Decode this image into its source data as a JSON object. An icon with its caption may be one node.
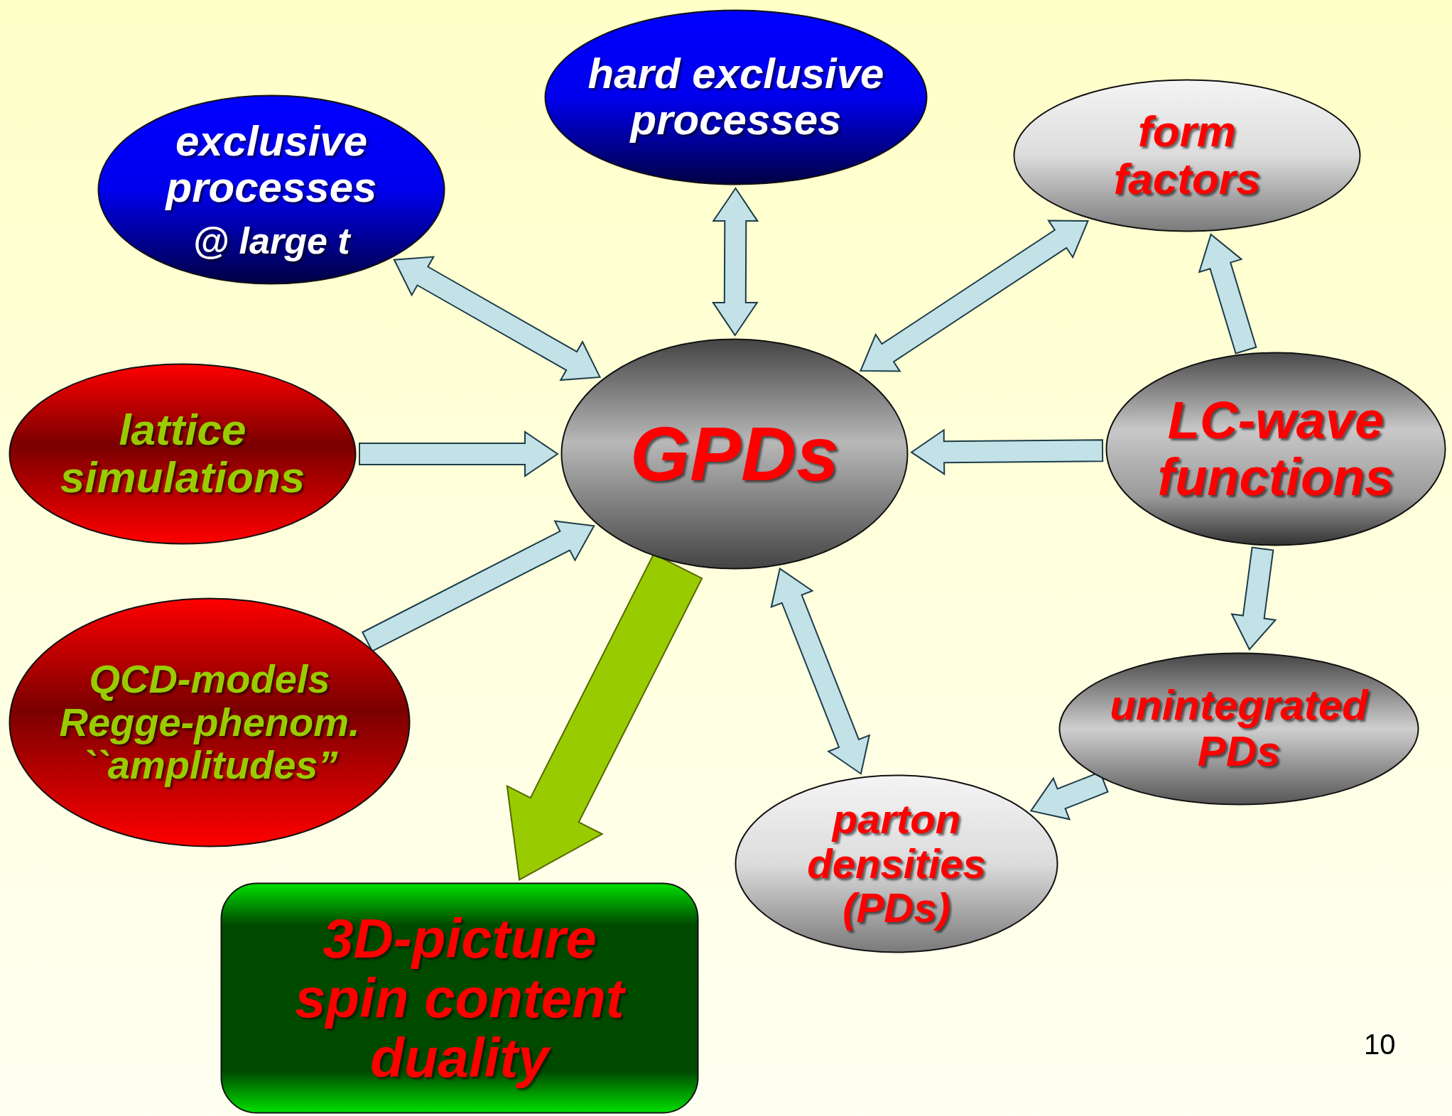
{
  "diagram": {
    "nodes": [
      {
        "text": [
          "exclusive processes",
          "@ large t"
        ]
      },
      {
        "text": [
          "hard exclusive processes"
        ]
      },
      {
        "text": [
          "form factors"
        ]
      },
      {
        "text": [
          "lattice simulations"
        ]
      },
      {
        "text": [
          "GPDs"
        ]
      },
      {
        "text": [
          "LC-wave functions"
        ]
      },
      {
        "text": [
          "QCD-models Regge-phenom. ``amplitudes”"
        ]
      },
      {
        "text": [
          "unintegrated PDs"
        ]
      },
      {
        "text": [
          "parton densities (PDs)"
        ]
      },
      {
        "text": [
          "3D-picture spin content duality"
        ]
      }
    ],
    "edges": [
      {
        "from": 0,
        "to": 4,
        "arrow": "both"
      },
      {
        "from": 1,
        "to": 4,
        "arrow": "both"
      },
      {
        "from": 2,
        "to": 4,
        "arrow": "both"
      },
      {
        "from": 3,
        "to": 4,
        "arrow": "to"
      },
      {
        "from": 5,
        "to": 4,
        "arrow": "to"
      },
      {
        "from": 6,
        "to": 4,
        "arrow": "to"
      },
      {
        "from": 5,
        "to": 2,
        "arrow": "to"
      },
      {
        "from": 5,
        "to": 7,
        "arrow": "to"
      },
      {
        "from": 7,
        "to": 8,
        "arrow": "to"
      },
      {
        "from": 8,
        "to": 4,
        "arrow": "both"
      },
      {
        "from": 4,
        "to": 9,
        "arrow": "to",
        "style": "thick",
        "color": "#99cc00"
      }
    ],
    "labels": [
      "10"
    ]
  }
}
